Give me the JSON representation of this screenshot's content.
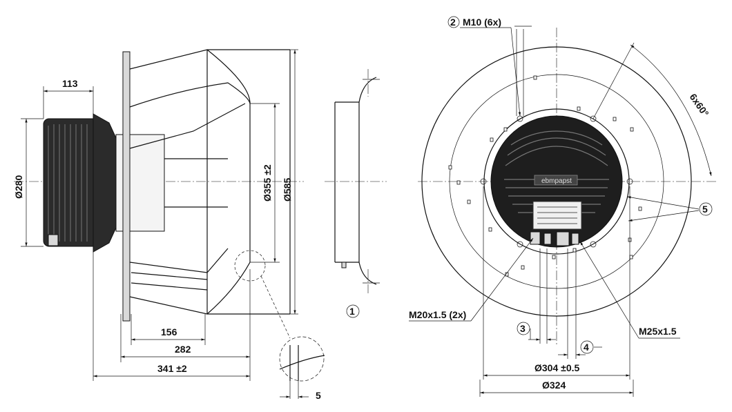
{
  "side_view": {
    "dim_113": "113",
    "dim_280": "Ø280",
    "dim_355": "Ø355",
    "dim_355_tol": "±2",
    "dim_585": "Ø585",
    "dim_156": "156",
    "dim_282": "282",
    "dim_341": "341",
    "dim_341_tol": "±2",
    "dim_5": "5"
  },
  "ring_view": {
    "callout_1": "1"
  },
  "front_view": {
    "callout_2": "2",
    "thread_m10": "M10 (6x)",
    "angle": "6x60°",
    "callout_5": "5",
    "thread_m20": "M20x1.5 (2x)",
    "thread_m25": "M25x1.5",
    "callout_3": "3",
    "callout_4": "4",
    "dim_304": "Ø304",
    "dim_304_tol": "±0.5",
    "dim_324": "Ø324",
    "logo_text": "ebmpapst"
  }
}
